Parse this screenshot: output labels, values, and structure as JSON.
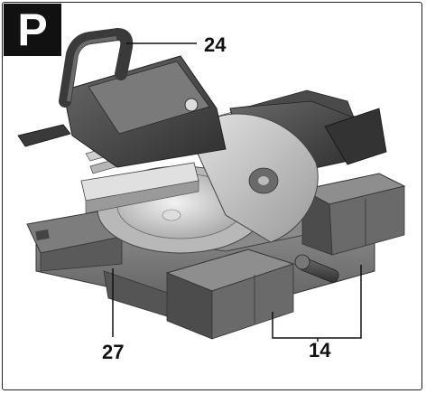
{
  "figure": {
    "section_letter": "P",
    "callouts": {
      "handle": "24",
      "base": "27",
      "extensions": "14"
    }
  }
}
